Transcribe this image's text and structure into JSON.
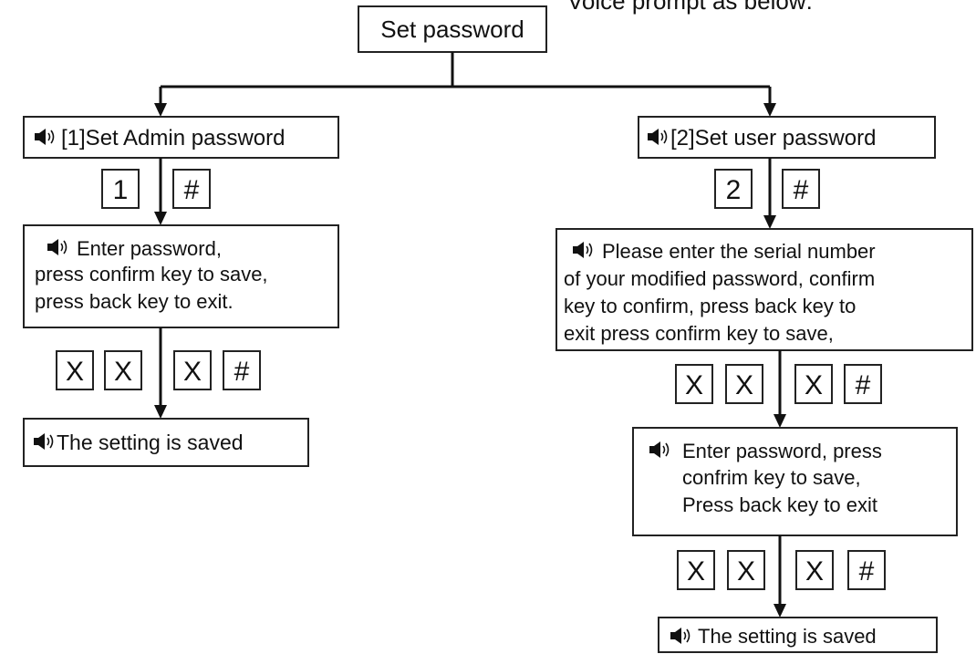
{
  "header_note": "Voice prompt as below:",
  "root": {
    "label": "Set password"
  },
  "left": {
    "title": "[1]Set Admin password",
    "keys_a": [
      "1",
      "#"
    ],
    "prompt_lines": [
      "Enter password,",
      "press confirm key to save,",
      "press back key to exit."
    ],
    "keys_b": [
      "X",
      "X",
      "X",
      "#"
    ],
    "result": "The setting is saved"
  },
  "right": {
    "title": "[2]Set user password",
    "keys_a": [
      "2",
      "#"
    ],
    "prompt_lines": [
      "Please enter the serial number",
      "of your modified password, confirm",
      "key to confirm, press back key to",
      "exit press confirm key to save,"
    ],
    "keys_b": [
      "X",
      "X",
      "X",
      "#"
    ],
    "prompt2_lines": [
      "Enter password, press",
      "confrim key to save,",
      "Press back key to exit"
    ],
    "keys_c": [
      "X",
      "X",
      "X",
      "#"
    ],
    "result": "The setting is saved"
  },
  "colors": {
    "ink": "#111111",
    "box_border": "#222222",
    "background": "#ffffff"
  },
  "icons": {
    "speaker": "speaker-icon"
  }
}
